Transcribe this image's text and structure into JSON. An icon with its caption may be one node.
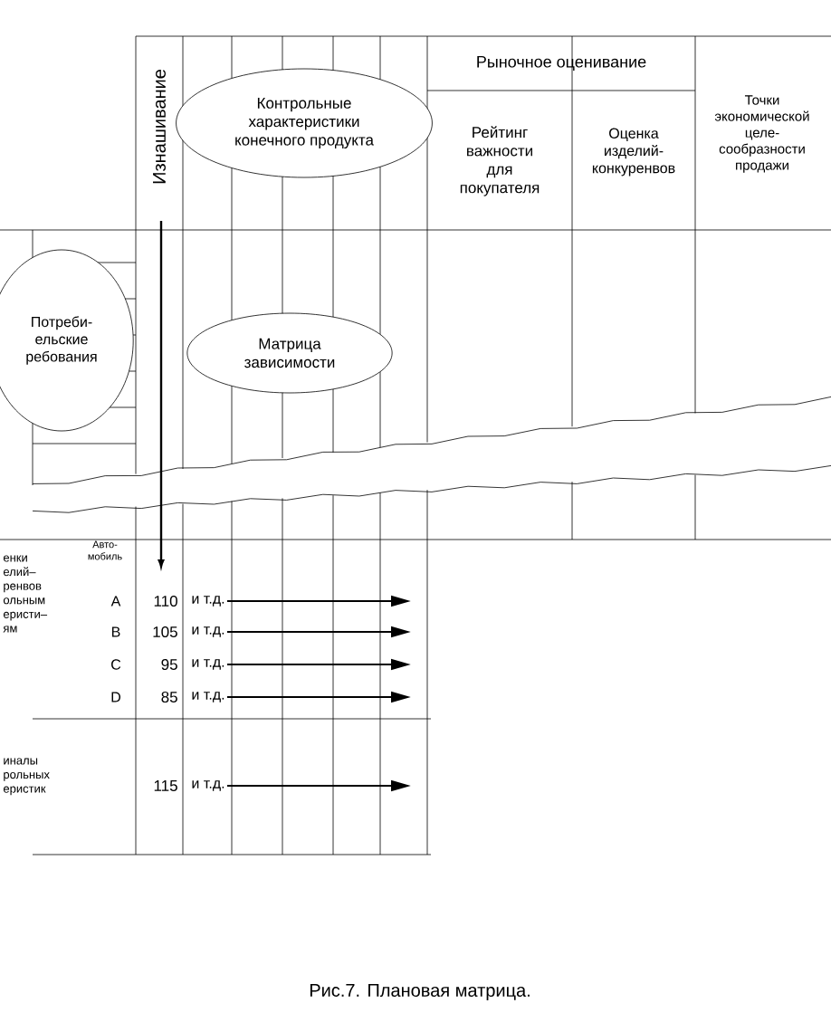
{
  "diagram": {
    "caption": "Рис.7. Плановая матрица.",
    "nodes": [
      {
        "text": [
          "Контрольные характеристики конечного продукта"
        ]
      },
      {
        "text": [
          "Потреби- ельские ребования"
        ]
      },
      {
        "text": [
          "Матрица зависимости"
        ]
      },
      {
        "text": [
          "и т.д."
        ]
      },
      {
        "text": [
          "и т.д."
        ]
      },
      {
        "text": [
          "и т.д."
        ]
      },
      {
        "text": [
          "и т.д."
        ]
      },
      {
        "text": [
          "и т.д."
        ]
      }
    ],
    "edges": [
      {
        "from": 3,
        "to": null,
        "arrow": "to"
      },
      {
        "from": 4,
        "to": null,
        "arrow": "to"
      },
      {
        "from": 5,
        "to": null,
        "arrow": "to"
      },
      {
        "from": 6,
        "to": null,
        "arrow": "to"
      },
      {
        "from": 7,
        "to": null,
        "arrow": "to"
      }
    ],
    "labels": [
      "Изнашивание",
      "Рыночное оценивание",
      "Рейтинг важности для покупателя",
      "Оценка изделий-конкуренвов",
      "Точки экономической целе- сообразности продажи",
      "енки елий– ренвов ольным еристи– ям",
      "Авто- мобиль",
      "A",
      "110",
      "B",
      "105",
      "C",
      "95",
      "D",
      "85",
      "иналы рольных еристик",
      "115"
    ]
  }
}
